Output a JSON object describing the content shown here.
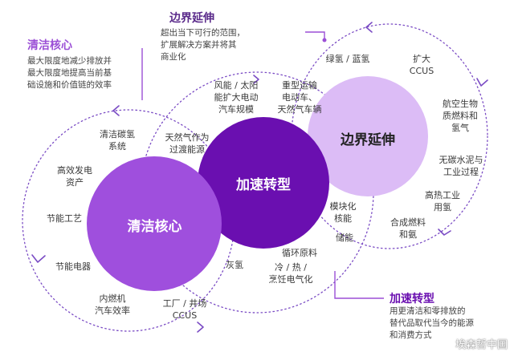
{
  "colors": {
    "dark_purple": "#6a0fb0",
    "mid_purple": "#9f4fdd",
    "light_purple": "#dcbcf6",
    "callout_purple": "#9b4fd6",
    "ring_dots": "#7a4bc4"
  },
  "circles": {
    "clean_core": "清洁核心",
    "accelerate": "加速转型",
    "extend": "边界延伸"
  },
  "callouts": {
    "extend": {
      "title": "边界延伸",
      "body": "超出当下可行的范围，\n扩展解决方案并将其\n商业化"
    },
    "clean": {
      "title": "清洁核心",
      "body": "最大限度地减少排放并\n最大限度地提高当前基\n础设施和价值链的效率"
    },
    "accelerate": {
      "title": "加速转型",
      "body": "用更清洁和零排放的\n替代品取代当今的能源\n和消费方式"
    }
  },
  "labels": {
    "clean_hydrogen": "清洁碳氢\n系统",
    "efficient_generation": "高效发电\n资产",
    "energy_process": "节能工艺",
    "energy_appliances": "节能电器",
    "ice_efficiency": "内燃机\n汽车效率",
    "factory_ccus": "工厂 / 井场\nCCUS",
    "natural_gas": "天然气作为\n过渡能源",
    "ash_hydrogen": "灰氢",
    "wind_solar": "风能 / 太阳\n能扩大电动\n汽车规模",
    "heavy_transport": "重型运输\n电动车、\n天然气车辆",
    "modular_nuclear": "模块化\n核能",
    "storage": "储能",
    "recycled_materials": "循环原料",
    "cooling_heating": "冷 / 热 /\n烹饪电气化",
    "green_blue_h2": "绿氢 / 蓝氢",
    "expand_ccus": "扩大\nCCUS",
    "aviation_bio": "航空生物\n质燃料和\n氢气",
    "low_carbon_cement": "无碳水泥与\n工业过程",
    "industrial_h2": "高热工业\n用氢",
    "synthetic_fuels": "合成燃料\n和氨"
  },
  "watermark": "埃森哲中国"
}
